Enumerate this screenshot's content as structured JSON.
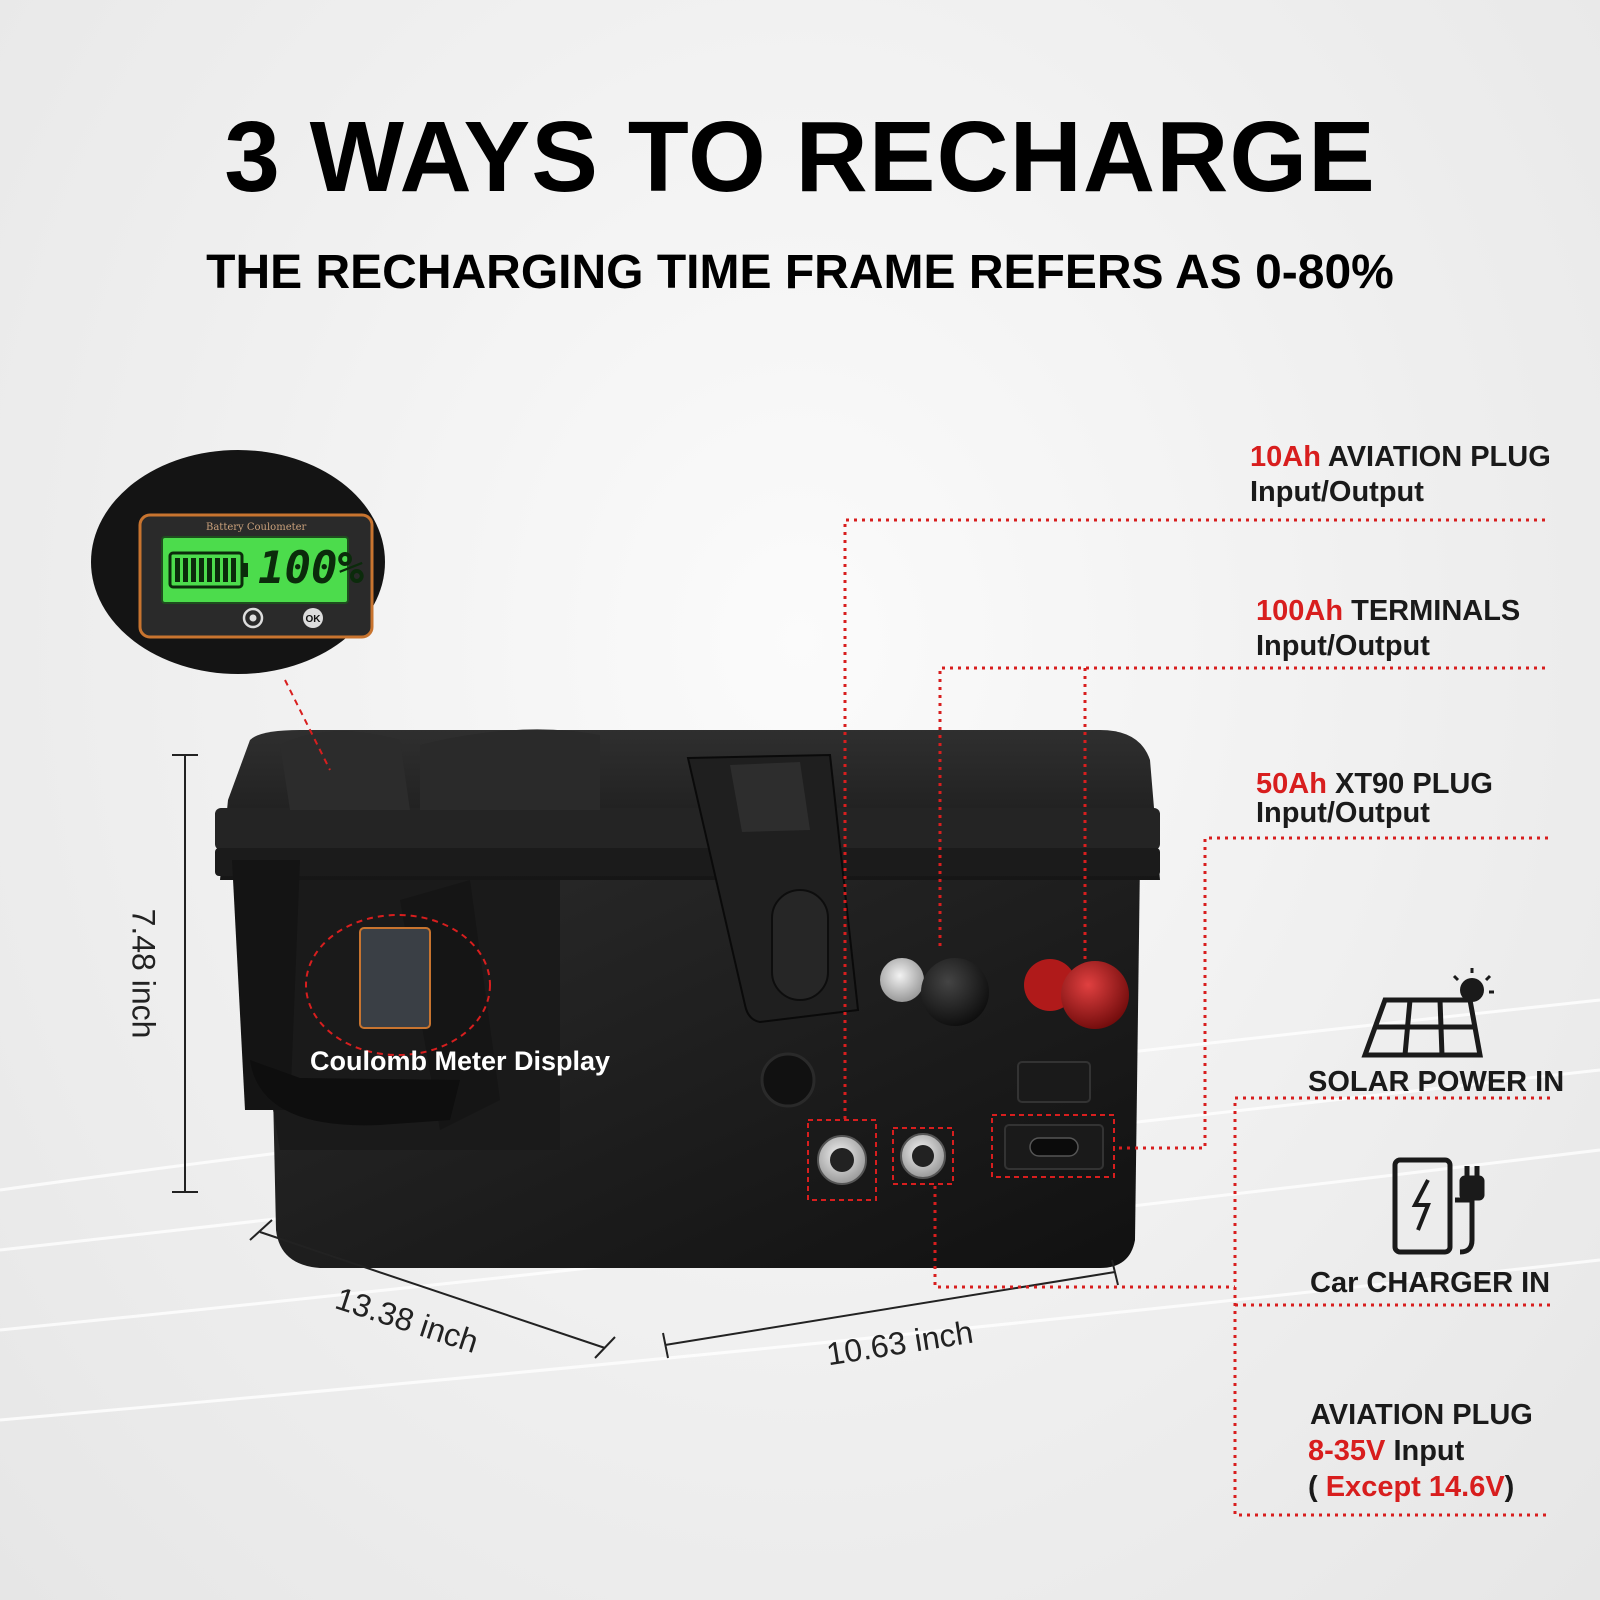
{
  "header": {
    "title": "3 WAYS TO RECHARGE",
    "subtitle": "THE RECHARGING TIME FRAME REFERS AS 0-80%"
  },
  "inset": {
    "meter_title": "Battery Coulometer",
    "percent": "100%",
    "battery_level": 1.0
  },
  "product": {
    "meter_label": "Coulomb Meter Display"
  },
  "dimensions": {
    "height": "7.48 inch",
    "length": "13.38 inch",
    "width": "10.63 inch"
  },
  "callouts": {
    "aviation_10ah": {
      "amp": "10Ah",
      "name": "AVIATION PLUG",
      "io": "Input/Output"
    },
    "terminals_100ah": {
      "amp": "100Ah",
      "name": "TERMINALS",
      "io": "Input/Output"
    },
    "xt90_50ah": {
      "amp": "50Ah",
      "name": "XT90 PLUG",
      "io": "Input/Output"
    }
  },
  "charging": {
    "solar": "SOLAR POWER IN",
    "car": "Car CHARGER IN",
    "aviation": {
      "name": "AVIATION PLUG",
      "voltage": "8-35V",
      "input": " Input",
      "except_open": "( ",
      "except_value": "Except 14.6V",
      "except_close": ")"
    }
  },
  "colors": {
    "accent_red": "#d81e1e",
    "case_black": "#1c1c1c",
    "lcd_green": "#4cdc4c",
    "meter_orange": "#c8742f"
  },
  "icons": [
    "solar-panel-icon",
    "sun-icon",
    "ev-charger-icon",
    "battery-bar-icon",
    "gear-icon",
    "ok-icon"
  ]
}
